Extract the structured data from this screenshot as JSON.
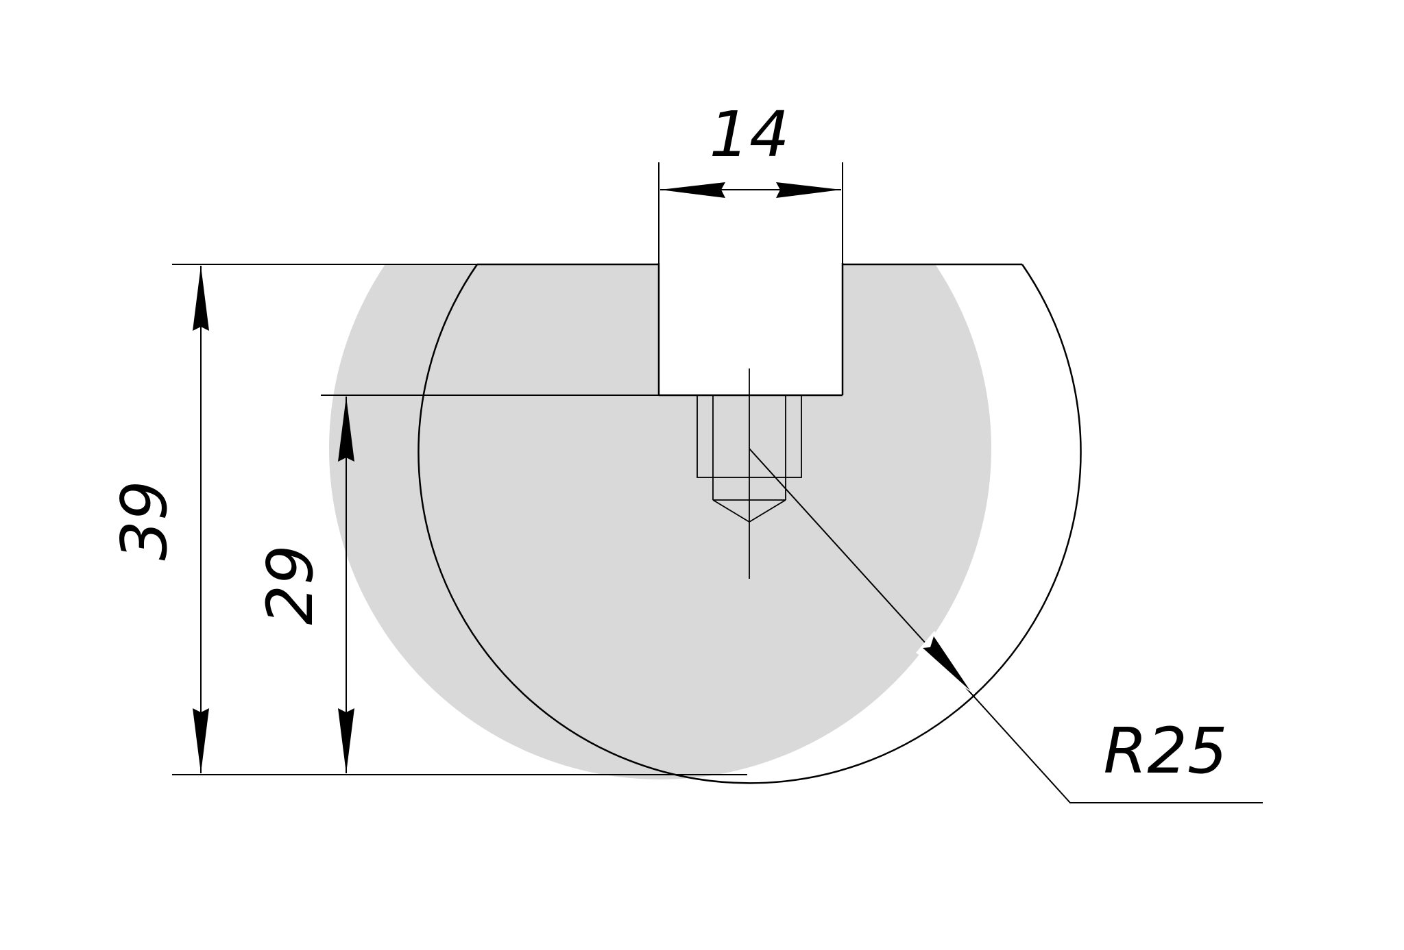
{
  "drawing": {
    "colors": {
      "part_fill": "#d9d9d9",
      "line": "#000000",
      "background": "#ffffff"
    },
    "dimensions": {
      "slot_width": "14",
      "total_height": "39",
      "slot_bottom_height": "29",
      "radius": "R25"
    }
  }
}
